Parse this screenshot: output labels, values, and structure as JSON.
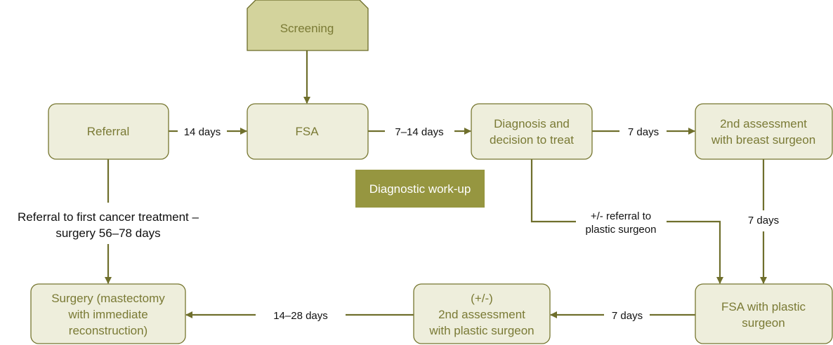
{
  "nodes": {
    "screening": {
      "lines": [
        "Screening"
      ]
    },
    "referral": {
      "lines": [
        "Referral"
      ]
    },
    "fsa": {
      "lines": [
        "FSA"
      ]
    },
    "diagnosis": {
      "lines": [
        "Diagnosis and",
        "decision to treat"
      ]
    },
    "second_assessment_breast": {
      "lines": [
        "2nd assessment",
        "with  breast surgeon"
      ]
    },
    "fsa_plastic": {
      "lines": [
        "FSA with plastic",
        "surgeon"
      ]
    },
    "second_assessment_plastic": {
      "lines": [
        "(+/-)",
        "2nd assessment",
        "with  plastic surgeon"
      ]
    },
    "surgery": {
      "lines": [
        "Surgery (mastectomy",
        "with immediate",
        "reconstruction)"
      ]
    }
  },
  "phase_label": {
    "lines": [
      "Diagnostic work-up"
    ]
  },
  "edges": {
    "referral_to_fsa": {
      "lines": [
        "14 days"
      ]
    },
    "fsa_to_diagnosis": {
      "lines": [
        "7–14  days"
      ]
    },
    "diagnosis_to_breast": {
      "lines": [
        "7 days"
      ]
    },
    "breast_to_fsa_plastic": {
      "lines": [
        "7 days"
      ]
    },
    "diagnosis_to_fsa_plastic": {
      "lines": [
        "+/- referral to",
        "plastic  surgeon"
      ]
    },
    "fsa_plastic_to_second_plastic": {
      "lines": [
        "7 days"
      ]
    },
    "second_plastic_to_surgery": {
      "lines": [
        "14–28  days"
      ]
    },
    "referral_to_surgery": {
      "lines": [
        "Referral to first cancer treatment –",
        "surgery 56–78 days"
      ]
    }
  },
  "colors": {
    "node_fill": "#eeeedc",
    "node_border": "#76762f",
    "screening_fill": "#d3d39c",
    "workup_fill": "#969640",
    "connector": "#6f6f2c",
    "node_text": "#7a7a35"
  }
}
